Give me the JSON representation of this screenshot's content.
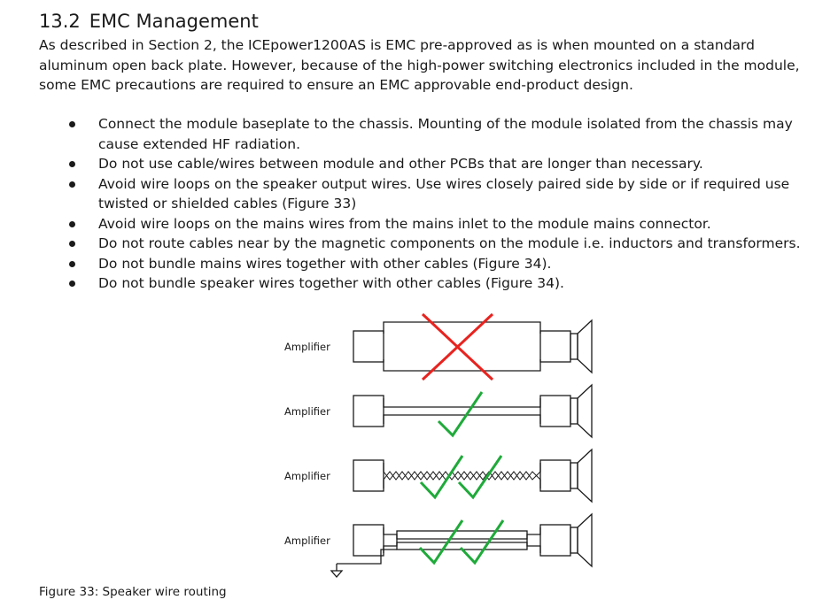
{
  "section": {
    "number": "13.2",
    "title": "EMC Management",
    "intro": "As described in Section 2, the ICEpower1200AS is EMC pre-approved as is when mounted on a standard aluminum open back plate. However, because of the high-power switching electronics included in the module, some EMC precautions are required to ensure an EMC approvable end-product design.",
    "bullets": [
      "Connect the module baseplate to the chassis. Mounting of the module isolated from the chassis may cause extended HF radiation.",
      "Do not use cable/wires between module and other PCBs that are longer than necessary.",
      "Avoid wire loops on the speaker output wires. Use wires closely paired side by side or if required use twisted or shielded cables (Figure 33)",
      "Avoid wire loops on the mains wires from the mains inlet to the module mains connector.",
      "Do not route cables near by the magnetic components on the module i.e. inductors and transformers.",
      "Do not bundle mains wires together with other cables (Figure 34).",
      "Do not bundle speaker wires together with other cables (Figure 34)."
    ]
  },
  "figure": {
    "labels": [
      "Amplifier",
      "Amplifier",
      "Amplifier",
      "Amplifier"
    ],
    "marks": [
      "cross",
      "check",
      "check-check",
      "check-check"
    ],
    "caption": "Figure 33: Speaker wire routing",
    "colors": {
      "cross": "#e8231f",
      "check": "#1faa3a",
      "line": "#1a1a1a"
    }
  }
}
